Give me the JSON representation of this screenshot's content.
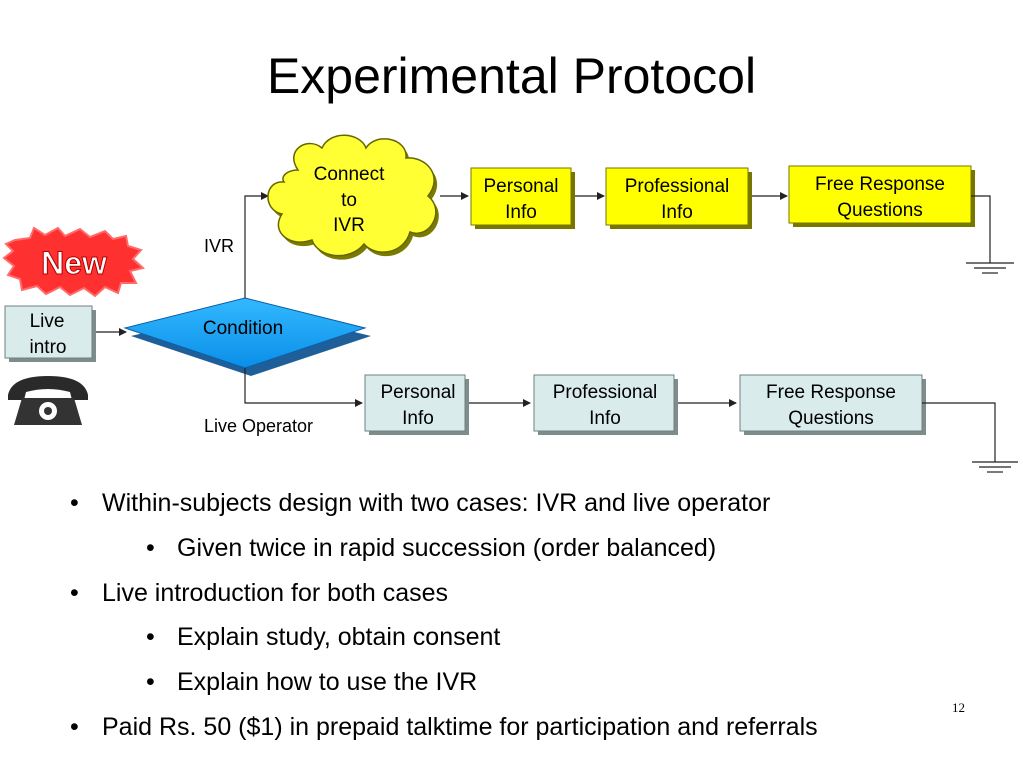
{
  "slide": {
    "title": "Experimental Protocol",
    "page_number": "12"
  },
  "diagram": {
    "start_box": [
      "Live",
      "intro"
    ],
    "new_badge": "New",
    "condition": "Condition",
    "branch_ivr_label": "IVR",
    "branch_live_label": "Live Operator",
    "connect_cloud": [
      "Connect",
      "to",
      "IVR"
    ],
    "ivr_steps": [
      [
        "Personal",
        "Info"
      ],
      [
        "Professional",
        "Info"
      ],
      [
        "Free Response",
        "Questions"
      ]
    ],
    "live_steps": [
      [
        "Personal",
        "Info"
      ],
      [
        "Professional",
        "Info"
      ],
      [
        "Free Response",
        "Questions"
      ]
    ],
    "colors": {
      "ivr_box_fill": "#ffff00",
      "live_box_fill": "#d9ebeb",
      "condition_fill": "#1aa3ff",
      "new_badge": "#ff1a1a"
    }
  },
  "bullets": [
    {
      "level": 1,
      "text": "Within-subjects design with two cases: IVR and live operator"
    },
    {
      "level": 2,
      "text": "Given twice in rapid succession (order balanced)"
    },
    {
      "level": 1,
      "text": "Live introduction for both cases"
    },
    {
      "level": 2,
      "text": "Explain study, obtain consent"
    },
    {
      "level": 2,
      "text": "Explain how to use the IVR"
    },
    {
      "level": 1,
      "text": "Paid Rs. 50 ($1) in prepaid talktime for participation and referrals"
    }
  ]
}
